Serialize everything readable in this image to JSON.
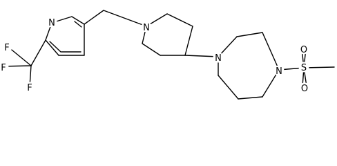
{
  "molecule": {
    "atoms": {
      "N_pyridine": "N",
      "F_top": "F",
      "F_left": "F",
      "F_bottom": "F",
      "N_piperidine": "N",
      "N_diazepane_1": "N",
      "N_diazepane_4": "N",
      "S_sulfonyl": "S",
      "O_top": "O",
      "O_bottom": "O"
    }
  }
}
